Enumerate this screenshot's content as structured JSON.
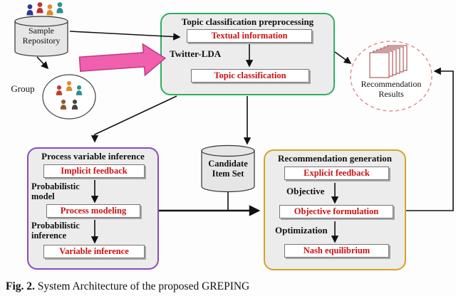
{
  "figure": {
    "caption_label": "Fig. 2.",
    "caption_text": "System Architecture of the proposed GREPING"
  },
  "nodes": {
    "sample_repository": "Sample\nRepository",
    "group_label": "Group",
    "candidate_item_set": "Candidate\nItem Set",
    "recommendation_results": "Recommendation\nResults"
  },
  "topic_box": {
    "title": "Topic classification preprocessing",
    "step1": "Textual information",
    "edge_label": "Twitter-LDA",
    "step2": "Topic classification"
  },
  "process_box": {
    "title": "Process variable inference",
    "step1": "Implicit feedback",
    "edge_label1": "Probabilistic\nmodel",
    "step2": "Process modeling",
    "edge_label2": "Probabilistic\ninference",
    "step3": "Variable inference"
  },
  "recommendation_box": {
    "title": "Recommendation generation",
    "step1": "Explicit feedback",
    "edge_label1": "Objective",
    "step2": "Objective formulation",
    "edge_label2": "Optimization",
    "step3": "Nash equilibrium"
  },
  "icons": {
    "sample_users": "people-icons",
    "group_users": "people-group-icon",
    "repository": "database-cylinder-icon",
    "candidate": "database-cylinder-icon",
    "results": "document-stack-icon"
  },
  "colors": {
    "topic_border": "#2fae62",
    "process_border": "#8a4bbf",
    "recommendation_border": "#d8a225",
    "step_text": "#cc1111",
    "flow_arrow_pink": "#f060ae",
    "results_circle": "#e09090"
  }
}
